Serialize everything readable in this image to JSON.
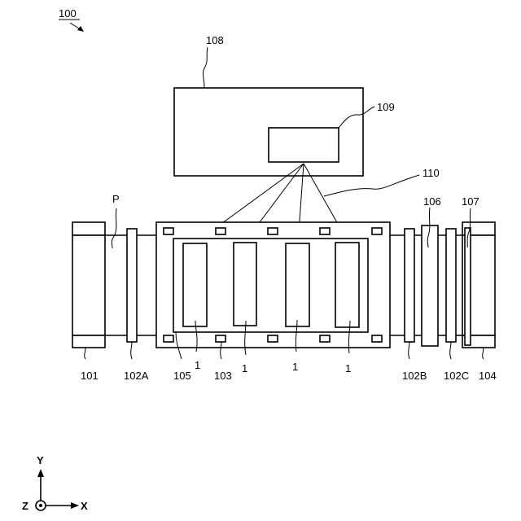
{
  "figure": {
    "ref": "100",
    "labels": {
      "l108": "108",
      "l109": "109",
      "l110": "110",
      "l106": "106",
      "l107": "107",
      "lP": "P",
      "l101": "101",
      "l102A": "102A",
      "l105": "105",
      "l103": "103",
      "l102B": "102B",
      "l102C": "102C",
      "l104": "104",
      "l1": "1"
    },
    "axes": {
      "y": "Y",
      "x": "X",
      "z": "Z"
    }
  }
}
